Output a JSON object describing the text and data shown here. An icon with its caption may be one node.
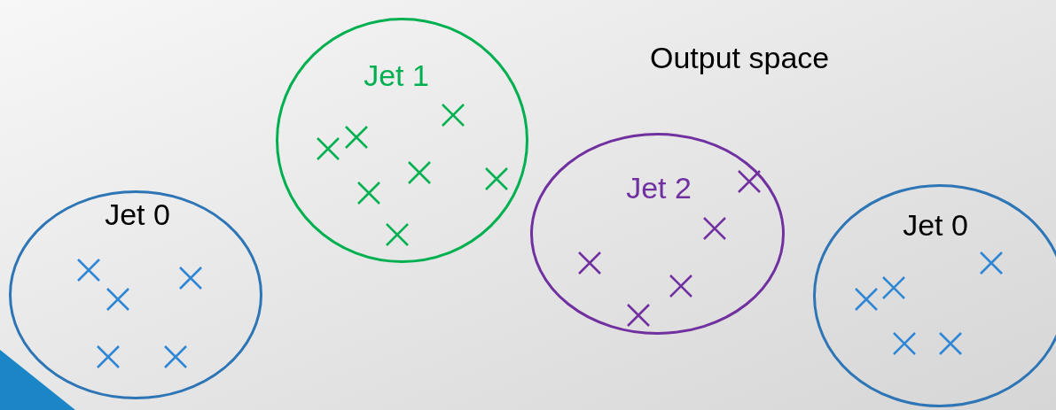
{
  "diagram": {
    "nodes": [
      {
        "text": [
          "Jet 0"
        ]
      },
      {
        "text": [
          "Jet 1"
        ]
      },
      {
        "text": [
          "Jet 2"
        ]
      },
      {
        "text": [
          "Jet 0"
        ]
      }
    ],
    "labels": [
      "Output space"
    ]
  }
}
